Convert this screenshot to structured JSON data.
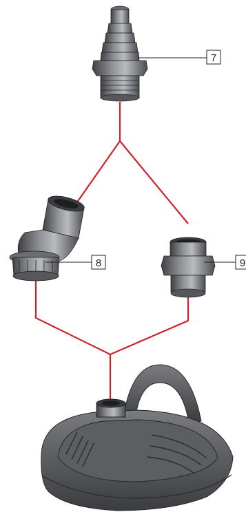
{
  "callouts": {
    "part_7": "7",
    "part_8": "8",
    "part_9": "9"
  },
  "colors": {
    "connector_line": "#d0202a",
    "part_dark": "#4a4c50",
    "part_mid": "#6b6d72",
    "part_light": "#9a9ca0",
    "outline": "#222222"
  }
}
